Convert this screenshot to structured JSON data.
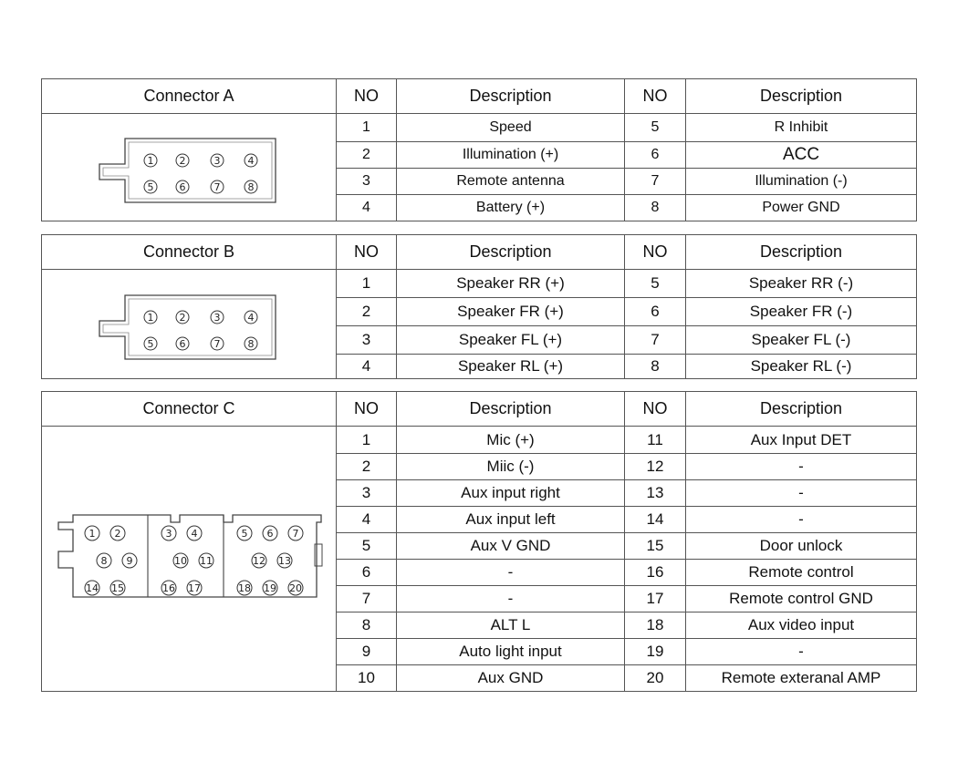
{
  "headers": {
    "no": "NO",
    "description": "Description"
  },
  "connectors": [
    {
      "name": "Connector A",
      "pin_labels": [
        "①",
        "②",
        "③",
        "④",
        "⑤",
        "⑥",
        "⑦",
        "⑧"
      ],
      "rows": [
        {
          "no_left": "1",
          "desc_left": "Speed",
          "no_right": "5",
          "desc_right": "R Inhibit"
        },
        {
          "no_left": "2",
          "desc_left": "Illumination (+)",
          "no_right": "6",
          "desc_right": "ACC"
        },
        {
          "no_left": "3",
          "desc_left": "Remote antenna",
          "no_right": "7",
          "desc_right": "Illumination (-)"
        },
        {
          "no_left": "4",
          "desc_left": "Battery (+)",
          "no_right": "8",
          "desc_right": "Power GND"
        }
      ]
    },
    {
      "name": "Connector B",
      "pin_labels": [
        "①",
        "②",
        "③",
        "④",
        "⑤",
        "⑥",
        "⑦",
        "⑧"
      ],
      "rows": [
        {
          "no_left": "1",
          "desc_left": "Speaker RR (+)",
          "no_right": "5",
          "desc_right": "Speaker RR (-)"
        },
        {
          "no_left": "2",
          "desc_left": "Speaker FR (+)",
          "no_right": "6",
          "desc_right": "Speaker FR (-)"
        },
        {
          "no_left": "3",
          "desc_left": "Speaker FL (+)",
          "no_right": "7",
          "desc_right": "Speaker FL (-)"
        },
        {
          "no_left": "4",
          "desc_left": "Speaker RL (+)",
          "no_right": "8",
          "desc_right": "Speaker RL (-)"
        }
      ]
    },
    {
      "name": "Connector C",
      "pin_labels": [
        "①",
        "②",
        "⑧",
        "⑨",
        "⑭",
        "⑮",
        "③",
        "④",
        "⑩",
        "⑪",
        "⑯",
        "⑰",
        "⑤",
        "⑥",
        "⑦",
        "⑫",
        "⑬",
        "⑱",
        "⑲",
        "⑳"
      ],
      "rows": [
        {
          "no_left": "1",
          "desc_left": "Mic (+)",
          "no_right": "11",
          "desc_right": "Aux Input DET"
        },
        {
          "no_left": "2",
          "desc_left": "Miic (-)",
          "no_right": "12",
          "desc_right": "-"
        },
        {
          "no_left": "3",
          "desc_left": "Aux input right",
          "no_right": "13",
          "desc_right": "-"
        },
        {
          "no_left": "4",
          "desc_left": "Aux input left",
          "no_right": "14",
          "desc_right": "-"
        },
        {
          "no_left": "5",
          "desc_left": "Aux V GND",
          "no_right": "15",
          "desc_right": "Door unlock"
        },
        {
          "no_left": "6",
          "desc_left": "-",
          "no_right": "16",
          "desc_right": "Remote control"
        },
        {
          "no_left": "7",
          "desc_left": "-",
          "no_right": "17",
          "desc_right": "Remote control GND"
        },
        {
          "no_left": "8",
          "desc_left": "ALT L",
          "no_right": "18",
          "desc_right": "Aux video input"
        },
        {
          "no_left": "9",
          "desc_left": "Auto light input",
          "no_right": "19",
          "desc_right": "-"
        },
        {
          "no_left": "10",
          "desc_left": "Aux GND",
          "no_right": "20",
          "desc_right": "Remote exteranal AMP"
        }
      ]
    }
  ]
}
